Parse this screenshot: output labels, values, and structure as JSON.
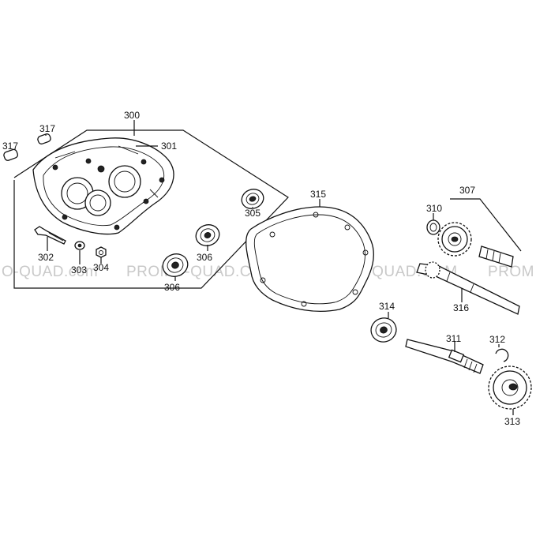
{
  "watermark": {
    "segments": [
      "O-QUAD.com",
      "PROMO-QUAD.COM",
      "PROMO-QUAD.COM",
      "PROM"
    ]
  },
  "callouts": {
    "p300": "300",
    "p301": "301",
    "p302": "302",
    "p303": "303",
    "p304": "304",
    "p305": "305",
    "p306a": "306",
    "p306b": "306",
    "p307": "307",
    "p310": "310",
    "p311": "311",
    "p312": "312",
    "p313": "313",
    "p314": "314",
    "p315": "315",
    "p316": "316",
    "p317a": "317",
    "p317b": "317"
  }
}
